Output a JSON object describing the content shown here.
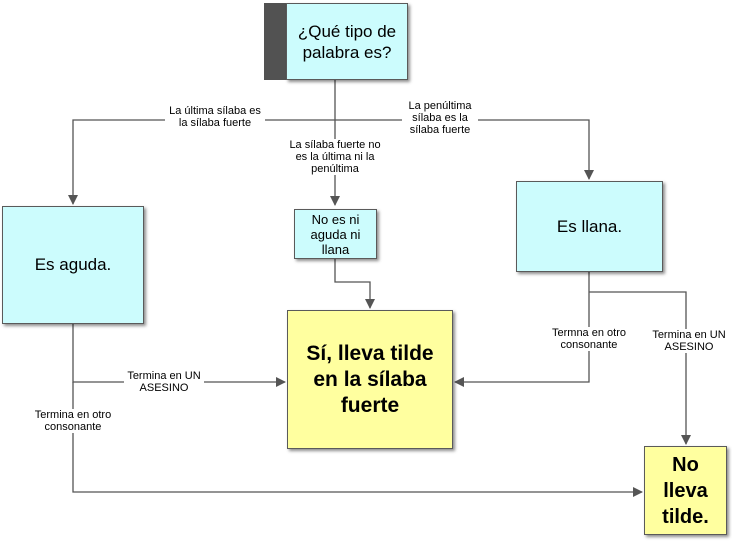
{
  "diagram": {
    "title": "¿Qué tipo de palabra es?",
    "nodes": {
      "start": "¿Qué tipo de palabra es?",
      "aguda": "Es aguda.",
      "ninguna": "No es ni aguda ni llana",
      "llana": "Es llana.",
      "si_tilde": "Sí, lleva tilde en la sílaba fuerte",
      "no_tilde": "No lleva tilde."
    },
    "edges": {
      "to_aguda": "La última sílaba es la sílaba fuerte",
      "to_ninguna": "La sílaba fuerte no es la última ni la penúltima",
      "to_llana": "La penúltima sílaba es la sílaba fuerte",
      "aguda_si": "Termina en UN ASESINO",
      "aguda_no": "Termina en otro consonante",
      "llana_si": "Termna en otro consonante",
      "llana_no": "Termina en UN ASESINO"
    },
    "colors": {
      "decision_fill": "#ccfcfd",
      "result_fill": "#ffff9f",
      "line": "#555555",
      "start_bar": "#525252"
    }
  }
}
